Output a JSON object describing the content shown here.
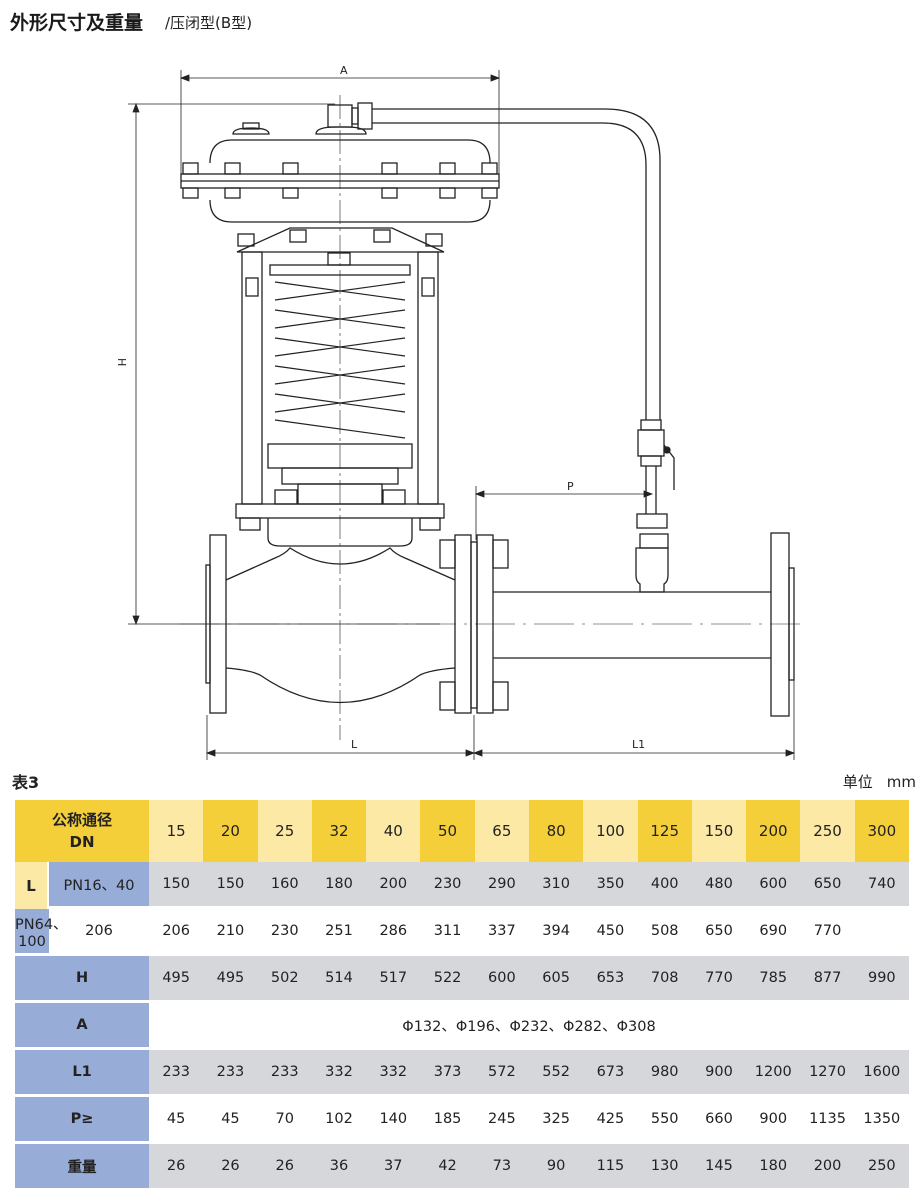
{
  "header": {
    "title": "外形尺寸及重量",
    "subtitle": "/压闭型(B型)"
  },
  "drawing": {
    "labels": {
      "A": "A",
      "H": "H",
      "L": "L",
      "L1": "L1",
      "P": "P"
    }
  },
  "table": {
    "caption": "表3",
    "unit_label": "单位",
    "unit": "mm",
    "dn_header": [
      "公称通径",
      "DN"
    ],
    "dn": [
      "15",
      "20",
      "25",
      "32",
      "40",
      "50",
      "65",
      "80",
      "100",
      "125",
      "150",
      "200",
      "250",
      "300"
    ],
    "l_label": "L",
    "rows": [
      {
        "label": "PN16、40",
        "values": [
          "150",
          "150",
          "160",
          "180",
          "200",
          "230",
          "290",
          "310",
          "350",
          "400",
          "480",
          "600",
          "650",
          "740"
        ]
      },
      {
        "label": "PN64、100",
        "values": [
          "206",
          "206",
          "210",
          "230",
          "251",
          "286",
          "311",
          "337",
          "394",
          "450",
          "508",
          "650",
          "690",
          "770"
        ]
      },
      {
        "label": "H",
        "values": [
          "495",
          "495",
          "502",
          "514",
          "517",
          "522",
          "600",
          "605",
          "653",
          "708",
          "770",
          "785",
          "877",
          "990"
        ]
      },
      {
        "label": "A",
        "merged": "Φ132、Φ196、Φ232、Φ282、Φ308"
      },
      {
        "label": "L1",
        "values": [
          "233",
          "233",
          "233",
          "332",
          "332",
          "373",
          "572",
          "552",
          "673",
          "980",
          "900",
          "1200",
          "1270",
          "1600"
        ]
      },
      {
        "label": "P≥",
        "values": [
          "45",
          "45",
          "70",
          "102",
          "140",
          "185",
          "245",
          "325",
          "425",
          "550",
          "660",
          "900",
          "1135",
          "1350"
        ]
      },
      {
        "label": "重量",
        "values": [
          "26",
          "26",
          "26",
          "36",
          "37",
          "42",
          "73",
          "90",
          "115",
          "130",
          "145",
          "180",
          "200",
          "250"
        ]
      }
    ]
  }
}
